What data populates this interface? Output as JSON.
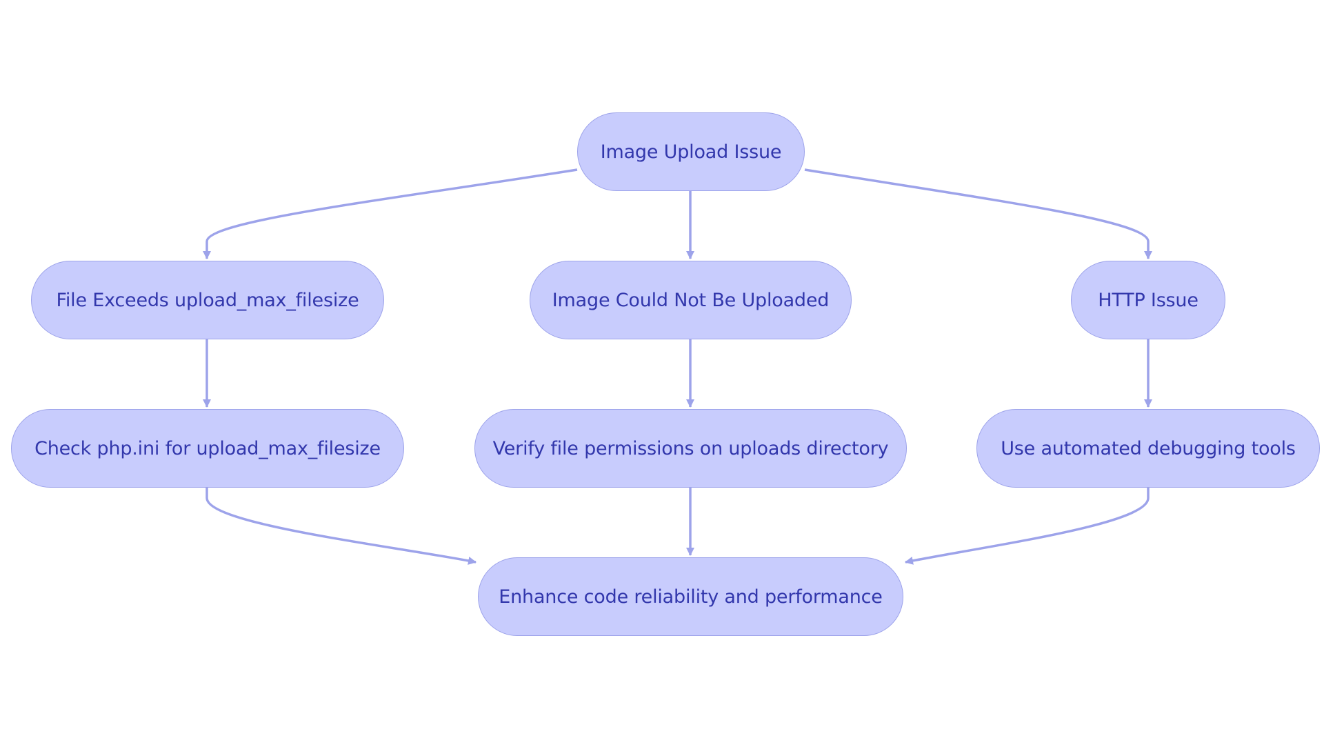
{
  "diagram": {
    "colors": {
      "node_fill": "#c8ccfd",
      "node_border": "#9da3ea",
      "text": "#3237ac",
      "edge": "#9da3ea"
    },
    "nodes": {
      "root": "Image Upload Issue",
      "file_exceeds": "File Exceeds upload_max_filesize",
      "could_not_upload": "Image Could Not Be Uploaded",
      "http_issue": "HTTP Issue",
      "check_phpini": "Check php.ini for upload_max_filesize",
      "verify_permissions": "Verify file permissions on uploads directory",
      "debug_tools": "Use automated debugging tools",
      "enhance": "Enhance code reliability and performance"
    },
    "edges": [
      {
        "from": "root",
        "to": "file_exceeds"
      },
      {
        "from": "root",
        "to": "could_not_upload"
      },
      {
        "from": "root",
        "to": "http_issue"
      },
      {
        "from": "file_exceeds",
        "to": "check_phpini"
      },
      {
        "from": "could_not_upload",
        "to": "verify_permissions"
      },
      {
        "from": "http_issue",
        "to": "debug_tools"
      },
      {
        "from": "check_phpini",
        "to": "enhance"
      },
      {
        "from": "verify_permissions",
        "to": "enhance"
      },
      {
        "from": "debug_tools",
        "to": "enhance"
      }
    ]
  }
}
